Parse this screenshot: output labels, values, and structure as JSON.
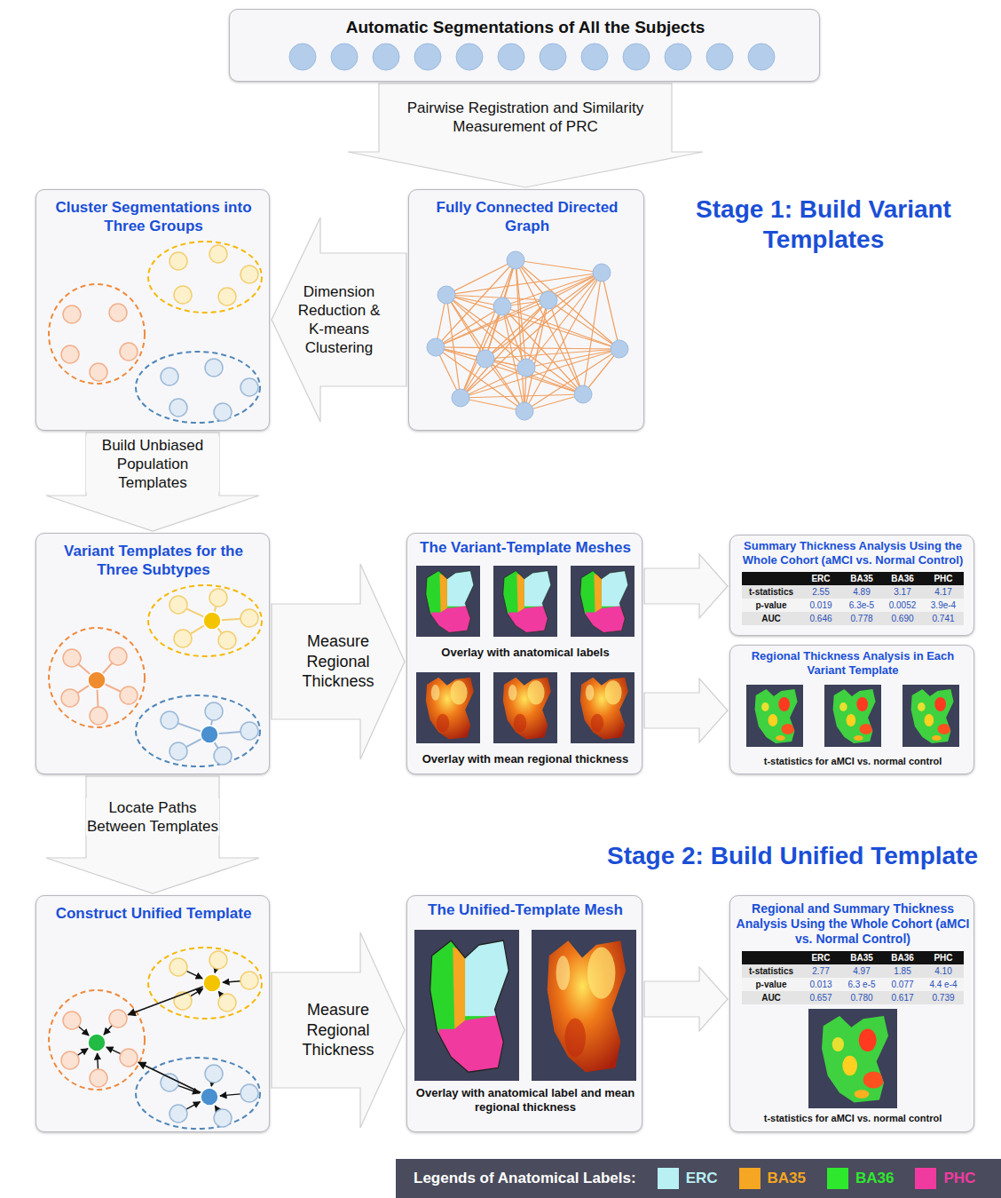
{
  "diagram": {
    "nodes": [
      {
        "text": [
          "Automatic Segmentations of All the Subjects"
        ]
      },
      {
        "text": [
          "Stage 1: Build Variant Templates"
        ]
      },
      {
        "text": [
          "Cluster Segmentations into Three Groups"
        ],
        "in": 1
      },
      {
        "text": [
          "Fully Connected Directed Graph"
        ],
        "in": 1
      },
      {
        "text": [
          "Variant Templates for the Three Subtypes"
        ],
        "in": 1
      },
      {
        "text": [
          "The Variant-Template Meshes",
          "Overlay with anatomical labels",
          "Overlay with mean regional thickness"
        ],
        "in": 1
      },
      {
        "text": [
          "Summary Thickness Analysis Using the Whole Cohort (aMCI vs. Normal Control)"
        ],
        "in": 1
      },
      {
        "text": [
          "Regional Thickness Analysis in Each Variant Template",
          "t-statistics for aMCI vs. normal control"
        ],
        "in": 1
      },
      {
        "text": [
          "Stage 2: Build Unified Template"
        ]
      },
      {
        "text": [
          "Construct Unified Template"
        ],
        "in": 8
      },
      {
        "text": [
          "The Unified-Template Mesh",
          "Overlay with anatomical label and mean regional thickness"
        ],
        "in": 8
      },
      {
        "text": [
          "Regional and Summary Thickness Analysis Using the Whole Cohort (aMCI vs. Normal Control)",
          "t-statistics for aMCI vs. normal control"
        ],
        "in": 8
      }
    ],
    "edges": [
      {
        "from": 0,
        "to": 3,
        "arrow": "to",
        "label": "Pairwise Registration and Similarity Measurement of PRC"
      },
      {
        "from": 3,
        "to": 2,
        "arrow": "to",
        "label": "Dimension Reduction & K-means Clustering"
      },
      {
        "from": 2,
        "to": 4,
        "arrow": "to",
        "label": "Build Unbiased Population Templates"
      },
      {
        "from": 4,
        "to": 5,
        "arrow": "to",
        "label": "Measure Regional Thickness"
      },
      {
        "from": 5,
        "to": 6,
        "arrow": "to"
      },
      {
        "from": 5,
        "to": 7,
        "arrow": "to"
      },
      {
        "from": 4,
        "to": 9,
        "arrow": "to",
        "label": "Locate Paths Between Templates"
      },
      {
        "from": 9,
        "to": 10,
        "arrow": "to",
        "label": "Measure Regional Thickness"
      },
      {
        "from": 10,
        "to": 11,
        "arrow": "to"
      }
    ],
    "labels": [
      "ERC",
      "BA35",
      "BA36",
      "PHC",
      "t-statistics",
      "2.55",
      "4.89",
      "3.17",
      "4.17",
      "p-value",
      "0.019",
      "6.3e-5",
      "0.0052",
      "3.9e-4",
      "AUC",
      "0.646",
      "0.778",
      "0.690",
      "0.741",
      "ERC",
      "BA35",
      "BA36",
      "PHC",
      "t-statistics",
      "2.77",
      "4.97",
      "1.85",
      "4.10",
      "p-value",
      "0.013",
      "6.3 e-5",
      "0.077",
      "4.4 e-4",
      "AUC",
      "0.657",
      "0.780",
      "0.617",
      "0.739",
      "Legends of Anatomical Labels:"
    ],
    "legend": [
      {
        "text": "ERC",
        "color": "#b8f0f4"
      },
      {
        "text": "BA35",
        "color": "#f5a623"
      },
      {
        "text": "BA36",
        "color": "#2ee82e"
      },
      {
        "text": "PHC",
        "color": "#f03aa0"
      }
    ]
  }
}
